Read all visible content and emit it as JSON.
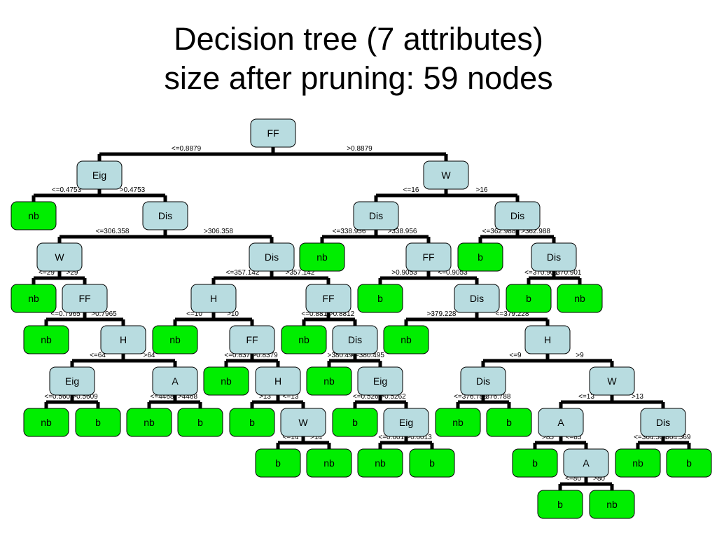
{
  "title": {
    "line1": "Decision tree (7 attributes)",
    "line2": "size after pruning: 59 nodes"
  },
  "colors": {
    "internal": "#b8dce0",
    "leaf": "#00ee00",
    "edge": "#000000"
  },
  "tree": {
    "nodes": {
      "n0": {
        "label": "FF",
        "type": "internal"
      },
      "n1": {
        "label": "Eig",
        "type": "internal"
      },
      "n2": {
        "label": "W",
        "type": "internal"
      },
      "n3": {
        "label": "nb",
        "type": "leaf"
      },
      "n4": {
        "label": "Dis",
        "type": "internal"
      },
      "n5": {
        "label": "Dis",
        "type": "internal"
      },
      "n6": {
        "label": "Dis",
        "type": "internal"
      },
      "n7": {
        "label": "W",
        "type": "internal"
      },
      "n8": {
        "label": "Dis",
        "type": "internal"
      },
      "n9": {
        "label": "nb",
        "type": "leaf"
      },
      "n10": {
        "label": "FF",
        "type": "internal"
      },
      "n11": {
        "label": "b",
        "type": "leaf"
      },
      "n12": {
        "label": "Dis",
        "type": "internal"
      },
      "n13": {
        "label": "nb",
        "type": "leaf"
      },
      "n14": {
        "label": "FF",
        "type": "internal"
      },
      "n15": {
        "label": "H",
        "type": "internal"
      },
      "n16": {
        "label": "FF",
        "type": "internal"
      },
      "n17": {
        "label": "b",
        "type": "leaf"
      },
      "n18": {
        "label": "Dis",
        "type": "internal"
      },
      "n19": {
        "label": "b",
        "type": "leaf"
      },
      "n20": {
        "label": "nb",
        "type": "leaf"
      },
      "n21": {
        "label": "nb",
        "type": "leaf"
      },
      "n22": {
        "label": "H",
        "type": "internal"
      },
      "n23": {
        "label": "nb",
        "type": "leaf"
      },
      "n24": {
        "label": "FF",
        "type": "internal"
      },
      "n25": {
        "label": "nb",
        "type": "leaf"
      },
      "n26": {
        "label": "Dis",
        "type": "internal"
      },
      "n27": {
        "label": "nb",
        "type": "leaf"
      },
      "n28": {
        "label": "H",
        "type": "internal"
      },
      "n29": {
        "label": "Eig",
        "type": "internal"
      },
      "n30": {
        "label": "A",
        "type": "internal"
      },
      "n31": {
        "label": "nb",
        "type": "leaf"
      },
      "n32": {
        "label": "H",
        "type": "internal"
      },
      "n33": {
        "label": "nb",
        "type": "leaf"
      },
      "n34": {
        "label": "Eig",
        "type": "internal"
      },
      "n35": {
        "label": "Dis",
        "type": "internal"
      },
      "n36": {
        "label": "W",
        "type": "internal"
      },
      "n37": {
        "label": "nb",
        "type": "leaf"
      },
      "n38": {
        "label": "b",
        "type": "leaf"
      },
      "n39": {
        "label": "nb",
        "type": "leaf"
      },
      "n40": {
        "label": "b",
        "type": "leaf"
      },
      "n41": {
        "label": "b",
        "type": "leaf"
      },
      "n42": {
        "label": "W",
        "type": "internal"
      },
      "n43": {
        "label": "b",
        "type": "leaf"
      },
      "n44": {
        "label": "Eig",
        "type": "internal"
      },
      "n45": {
        "label": "nb",
        "type": "leaf"
      },
      "n46": {
        "label": "b",
        "type": "leaf"
      },
      "n47": {
        "label": "A",
        "type": "internal"
      },
      "n48": {
        "label": "Dis",
        "type": "internal"
      },
      "n49": {
        "label": "b",
        "type": "leaf"
      },
      "n50": {
        "label": "nb",
        "type": "leaf"
      },
      "n51": {
        "label": "nb",
        "type": "leaf"
      },
      "n52": {
        "label": "b",
        "type": "leaf"
      },
      "n53": {
        "label": "b",
        "type": "leaf"
      },
      "n54": {
        "label": "A",
        "type": "internal"
      },
      "n55": {
        "label": "nb",
        "type": "leaf"
      },
      "n56": {
        "label": "b",
        "type": "leaf"
      },
      "n57": {
        "label": "b",
        "type": "leaf"
      },
      "n58": {
        "label": "nb",
        "type": "leaf"
      }
    },
    "splits": [
      {
        "parent": "n0",
        "left": "n1",
        "right": "n2",
        "left_label": "<=0.8879",
        "right_label": ">0.8879"
      },
      {
        "parent": "n1",
        "left": "n3",
        "right": "n4",
        "left_label": "<=0.4753",
        "right_label": ">0.4753"
      },
      {
        "parent": "n2",
        "left": "n5",
        "right": "n6",
        "left_label": "<=16",
        "right_label": ">16"
      },
      {
        "parent": "n4",
        "left": "n7",
        "right": "n8",
        "left_label": "<=306.358",
        "right_label": ">306.358"
      },
      {
        "parent": "n5",
        "left": "n9",
        "right": "n10",
        "left_label": "<=338.956",
        "right_label": ">338.956"
      },
      {
        "parent": "n6",
        "left": "n11",
        "right": "n12",
        "left_label": "<=362.988",
        "right_label": ">362.988"
      },
      {
        "parent": "n7",
        "left": "n13",
        "right": "n14",
        "left_label": "<=29",
        "right_label": ">29"
      },
      {
        "parent": "n8",
        "left": "n15",
        "right": "n16",
        "left_label": "<=357.142",
        "right_label": ">357.142"
      },
      {
        "parent": "n10",
        "left": "n17",
        "right": "n18",
        "left_label": ">0.9053",
        "right_label": "<=0.9053"
      },
      {
        "parent": "n12",
        "left": "n19",
        "right": "n20",
        "left_label": "<=370.901",
        "right_label": ">370.901"
      },
      {
        "parent": "n14",
        "left": "n21",
        "right": "n22",
        "left_label": "<=0.7965",
        "right_label": ">0.7965"
      },
      {
        "parent": "n15",
        "left": "n23",
        "right": "n24",
        "left_label": "<=10",
        "right_label": ">10"
      },
      {
        "parent": "n16",
        "left": "n25",
        "right": "n26",
        "left_label": "<=0.8812",
        "right_label": ">0.8812"
      },
      {
        "parent": "n18",
        "left": "n27",
        "right": "n28",
        "left_label": ">379.228",
        "right_label": "<=379.228"
      },
      {
        "parent": "n22",
        "left": "n29",
        "right": "n30",
        "left_label": "<=64",
        "right_label": ">64"
      },
      {
        "parent": "n24",
        "left": "n31",
        "right": "n32",
        "left_label": "<=0.8379",
        "right_label": ">0.8379"
      },
      {
        "parent": "n26",
        "left": "n33",
        "right": "n34",
        "left_label": ">380.495",
        "right_label": "<=380.495"
      },
      {
        "parent": "n28",
        "left": "n35",
        "right": "n36",
        "left_label": "<=9",
        "right_label": ">9"
      },
      {
        "parent": "n29",
        "left": "n37",
        "right": "n38",
        "left_label": "<=0.5609",
        "right_label": ">0.5609"
      },
      {
        "parent": "n30",
        "left": "n39",
        "right": "n40",
        "left_label": "<=4468",
        "right_label": ">4468"
      },
      {
        "parent": "n32",
        "left": "n41",
        "right": "n42",
        "left_label": ">13",
        "right_label": "<=13"
      },
      {
        "parent": "n34",
        "left": "n43",
        "right": "n44",
        "left_label": "<=0.5262",
        "right_label": ">0.5262"
      },
      {
        "parent": "n35",
        "left": "n45",
        "right": "n46",
        "left_label": "<=376.788",
        "right_label": ">376.788"
      },
      {
        "parent": "n36",
        "left": "n47",
        "right": "n48",
        "left_label": "<=13",
        "right_label": ">13"
      },
      {
        "parent": "n42",
        "left": "n49",
        "right": "n50",
        "left_label": "<=14",
        "right_label": ">14"
      },
      {
        "parent": "n44",
        "left": "n51",
        "right": "n52",
        "left_label": "<=0.6013",
        "right_label": ">0.6013"
      },
      {
        "parent": "n47",
        "left": "n53",
        "right": "n54",
        "left_label": ">85",
        "right_label": "<=85"
      },
      {
        "parent": "n48",
        "left": "n55",
        "right": "n56",
        "left_label": "<=364.569",
        "right_label": ">364.569"
      },
      {
        "parent": "n54",
        "left": "n57",
        "right": "n58",
        "left_label": "<=80",
        "right_label": ">80"
      }
    ]
  }
}
